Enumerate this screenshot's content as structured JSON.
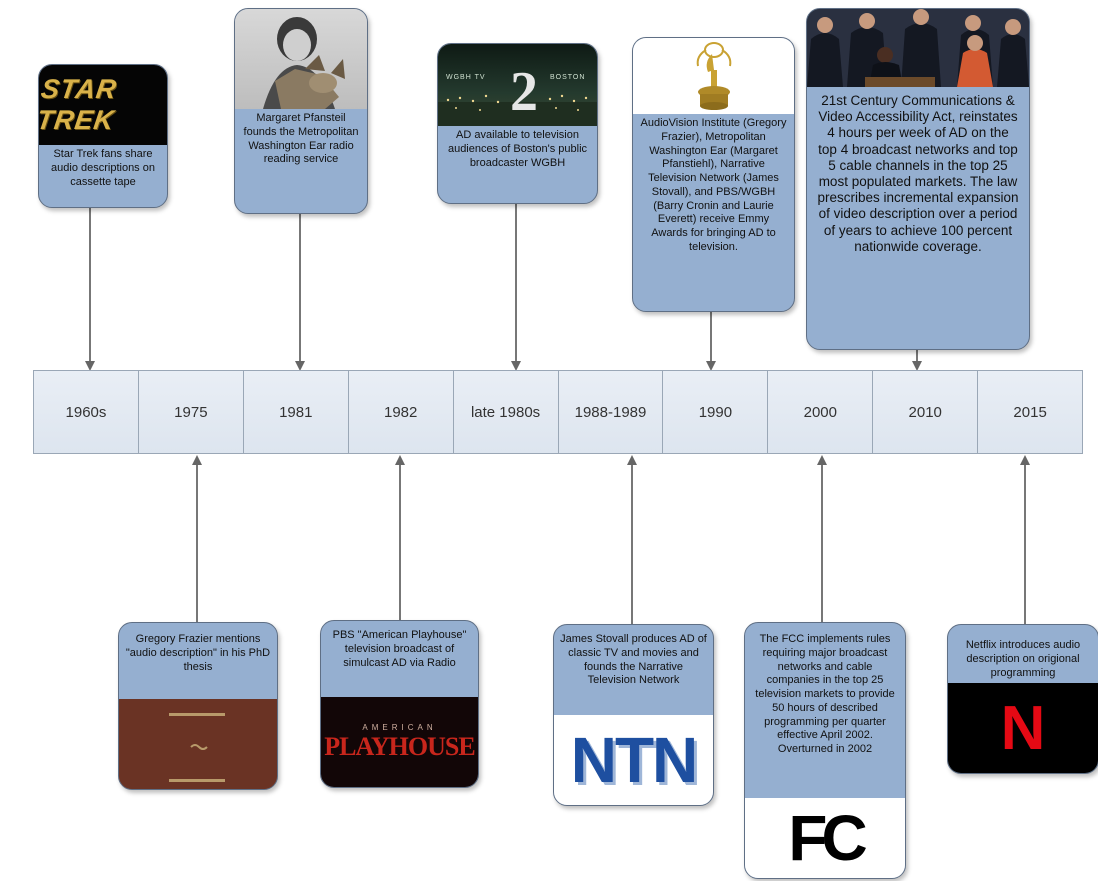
{
  "years": [
    "1960s",
    "1975",
    "1981",
    "1982",
    "late 1980s",
    "1988-1989",
    "1990",
    "2000",
    "2010",
    "2015"
  ],
  "events": {
    "star_trek": "Star Trek fans share audio descriptions on cassette tape",
    "pfansteil": "Margaret Pfansteil founds the Metropolitan Washington Ear radio reading service",
    "wgbh": "AD available to television audiences of Boston's public broadcaster WGBH",
    "emmy": "AudioVision Institute (Gregory Frazier), Metropolitan Washington Ear (Margaret Pfanstiehl), Narrative Television Network (James Stovall), and PBS/WGBH (Barry Cronin and Laurie Everett) receive Emmy Awards for bringing AD to television.",
    "cvaa": "21st Century Communications & Video Accessibility Act, reinstates 4 hours per week of AD on the top 4 broadcast networks and top 5 cable channels in the top 25 most populated markets. The law prescribes incremental expansion of video description over a period of years to achieve 100 percent nationwide coverage.",
    "frazier": "Gregory Frazier mentions \"audio description\" in his PhD thesis",
    "pbs": "PBS \"American Playhouse\" television broadcast of simulcast AD via Radio",
    "stovall": "James Stovall produces AD of classic TV and movies and founds the Narrative Television Network",
    "fcc": "The FCC implements rules requiring major broadcast networks and cable companies in the top 25 television markets to provide 50 hours of described programming per quarter effective April 2002. Overturned in 2002",
    "netflix": "Netflix introduces audio description on origional programming"
  },
  "logos": {
    "star_trek": "STAR TREK",
    "wgbh_channel": "2",
    "wgbh_left": "WGBH TV",
    "wgbh_right": "BOSTON",
    "playhouse_small": "AMERICAN",
    "playhouse_big": "PLAYHOUSE",
    "ntn": "NTN",
    "fcc": "FC",
    "netflix": "N"
  },
  "colors": {
    "card_fill": "#95afd0",
    "timeline_fill": "#dfe7f1",
    "arrow": "#666666"
  }
}
